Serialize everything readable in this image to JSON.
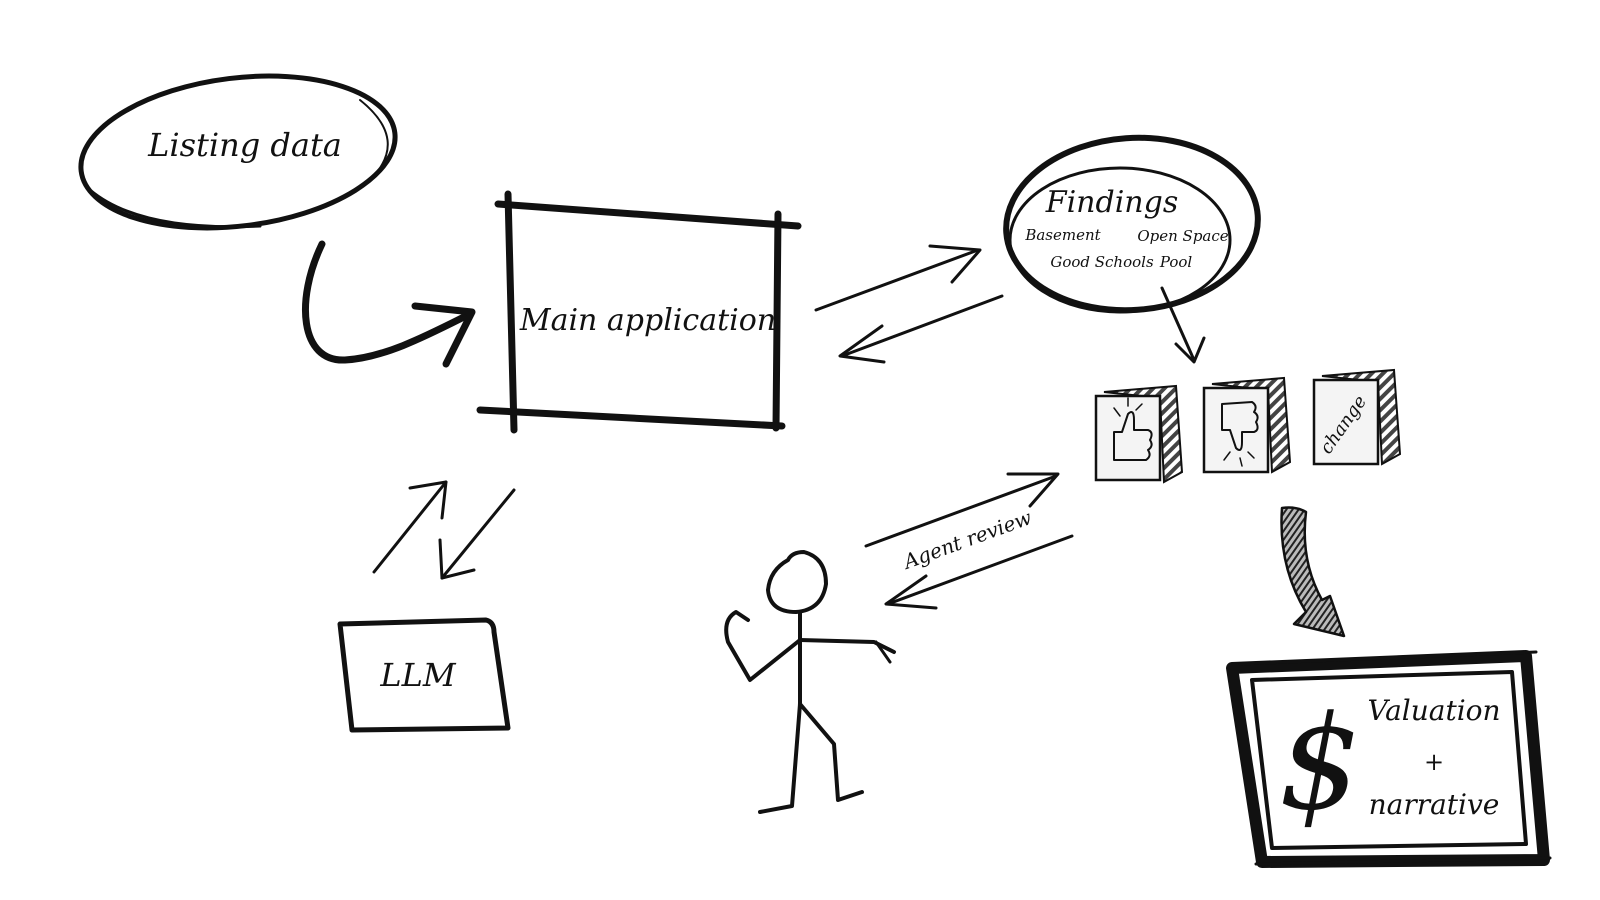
{
  "diagram": {
    "listing": {
      "label": "Listing data"
    },
    "main_app": {
      "label": "Main application"
    },
    "llm": {
      "label": "LLM"
    },
    "findings": {
      "title": "Findings",
      "items": [
        "Basement",
        "Open Space",
        "Good Schools",
        "Pool"
      ]
    },
    "feedback_cards": {
      "change_label": "change"
    },
    "agent": {
      "review_label": "Agent review"
    },
    "valuation": {
      "symbol": "$",
      "line1": "Valuation",
      "line2": "+",
      "line3": "narrative"
    }
  },
  "colors": {
    "ink": "#111111",
    "background": "#ffffff",
    "card_face": "#f4f4f4",
    "card_stripe": "#444444"
  }
}
